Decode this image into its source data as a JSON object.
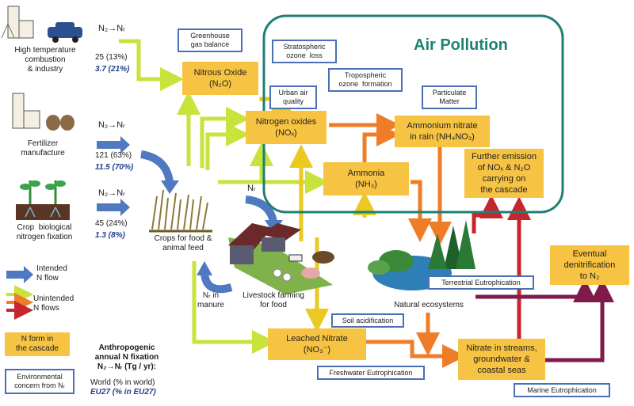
{
  "colors": {
    "intended": "#4f79c0",
    "unintended_light": "#c9e23c",
    "unintended_yellow": "#e9c922",
    "unintended_orange": "#ef7d28",
    "red": "#c8262d",
    "maroon": "#7e1a4c",
    "n_form_fill": "#f7c342",
    "concern_border": "#4a6fb5",
    "air_pollution_box": "#1f7f74",
    "air_pollution_text": "#1d8275"
  },
  "sources": [
    {
      "label": "High temperature\ncombustion\n& industry",
      "conversion": "N₂→Nᵣ",
      "world": "25 (13%)",
      "eu": "3.7  (21%)",
      "icon": "factory-car-icon"
    },
    {
      "label": "Fertilizer\nmanufacture",
      "conversion": "N₂→Nᵣ",
      "world": "121 (63%)",
      "eu": "11.5 (70%)",
      "icon": "factory-sacks-icon"
    },
    {
      "label": "Crop  biological\nnitrogen fixation",
      "conversion": "N₂→Nᵣ",
      "world": "45 (24%)",
      "eu": "1.3  (8%)",
      "icon": "plant-roots-icon"
    }
  ],
  "n_forms": {
    "nitrous_oxide": "Nitrous Oxide\n(N₂O)",
    "nitrogen_oxides": "Nitrogen oxides\n(NOₓ)",
    "ammonia": "Ammonia\n(NH₃)",
    "ammonium_nitrate": "Ammonium nitrate\nin rain (NH₄NO₃)",
    "further_emission": "Further emission\nof NOₓ & N₂O\ncarrying on\nthe cascade",
    "leached_nitrate": "Leached Nitrate\n(NO₃⁻)",
    "nitrate_streams": "Nitrate in streams,\ngroundwater &\ncoastal seas",
    "denitrification": "Eventual\ndenitrification\nto N₂"
  },
  "concerns": {
    "greenhouse": "Greenhouse\ngas balance",
    "strat_ozone": "Stratospheric\nozone  loss",
    "urban_air": "Urban air\nquality",
    "trop_ozone": "Tropospheric\nozone  formation",
    "particulate": "Particulate\nMatter",
    "terrestrial": "Terrestrial Eutrophication",
    "soil_acid": "Soil acidification",
    "freshwater": "Freshwater Eutrophication",
    "marine": "Marine  Eutrophication"
  },
  "air_pollution": "Air Pollution",
  "labels": {
    "crops": "Crops for food &\nanimal feed",
    "livestock": "Livestock farming\nfor food",
    "natural_eco": "Natural ecosystems",
    "manure": "Nᵣ in\nmanure",
    "livestock_nr": "Nᵣ"
  },
  "legend": {
    "intended": "Intended\nN flow",
    "unintended": "Unintended\nN flows",
    "n_form": "N form in\nthe cascade",
    "concern": "Environmental\nconcern from Nᵣ"
  },
  "anthropogenic": {
    "title": "Anthropogenic\nannual N fixation\nN₂→Nᵣ (Tg / yr):",
    "world": "World (% in world)",
    "eu": "EU27 (% in EU27)"
  }
}
